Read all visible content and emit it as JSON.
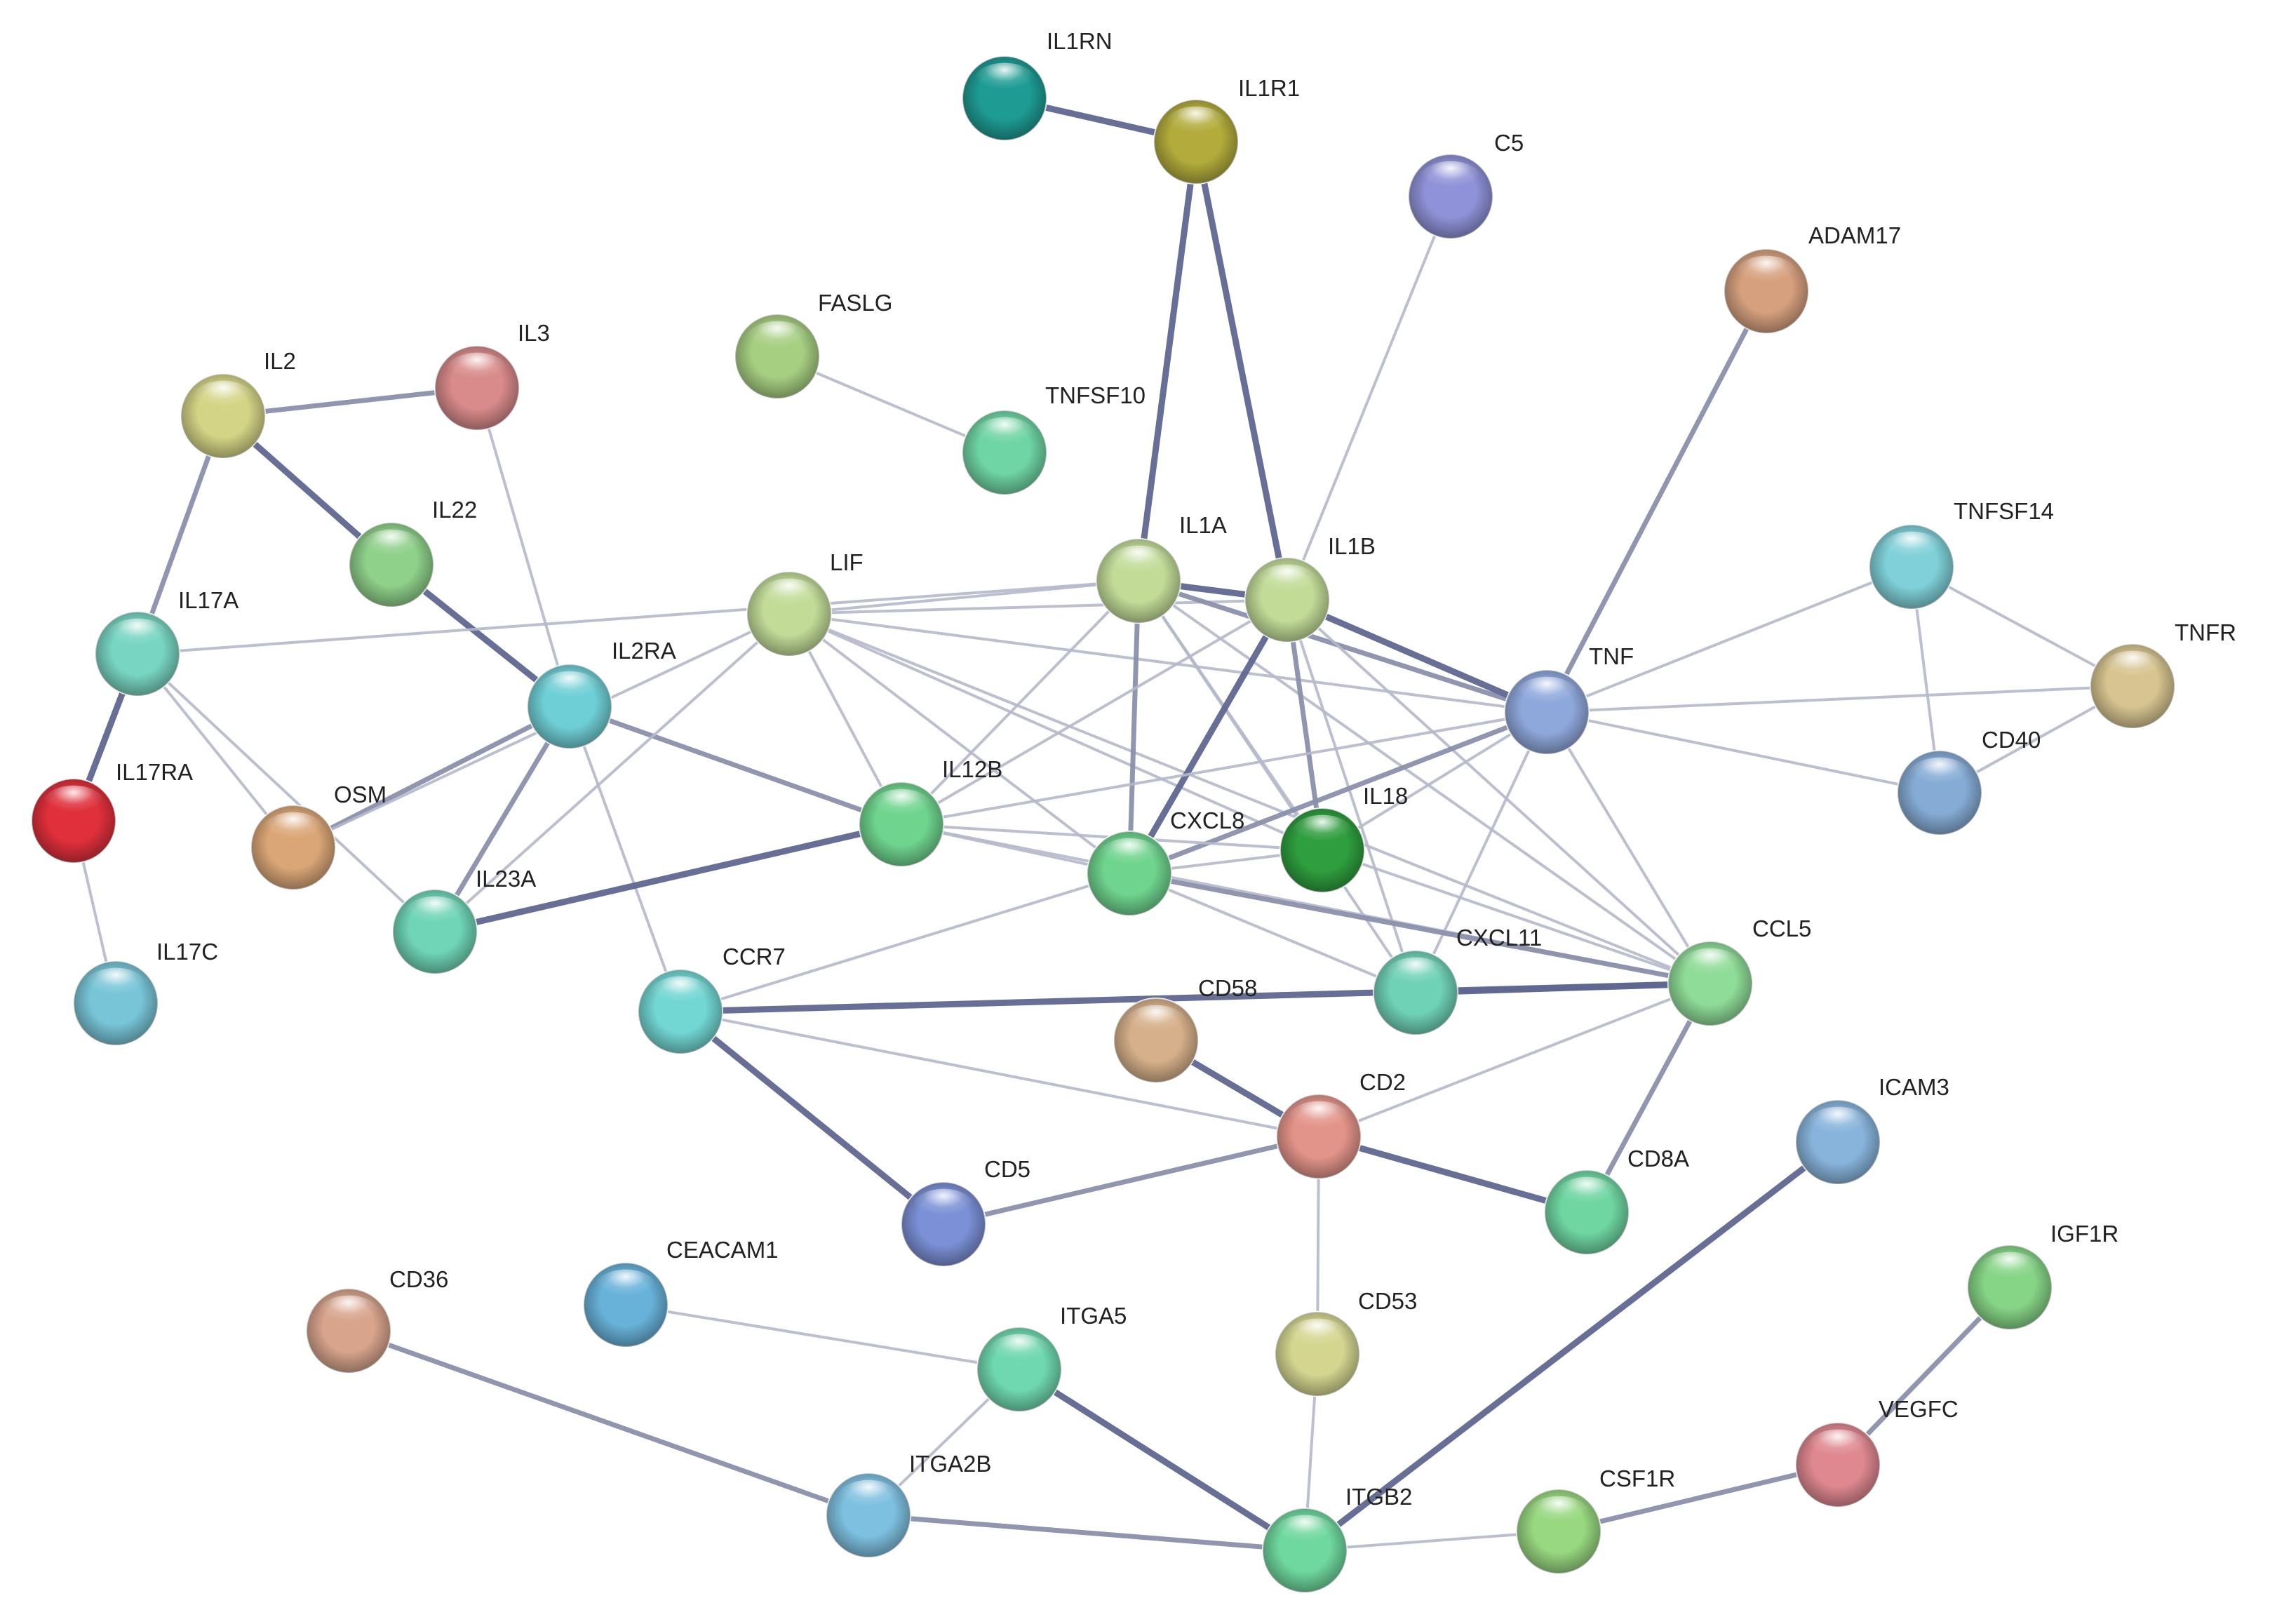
{
  "network": {
    "nodes": [
      {
        "id": "IL1RN",
        "label": "IL1RN",
        "color": "#1e9c94"
      },
      {
        "id": "IL1R1",
        "label": "IL1R1",
        "color": "#b3ac3c"
      },
      {
        "id": "C5",
        "label": "C5",
        "color": "#8f92d8"
      },
      {
        "id": "ADAM17",
        "label": "ADAM17",
        "color": "#d6a07e"
      },
      {
        "id": "FASLG",
        "label": "FASLG",
        "color": "#a7cf82"
      },
      {
        "id": "TNFSF10",
        "label": "TNFSF10",
        "color": "#6fd5a4"
      },
      {
        "id": "IL2",
        "label": "IL2",
        "color": "#d4d486"
      },
      {
        "id": "IL3",
        "label": "IL3",
        "color": "#d98a8a"
      },
      {
        "id": "IL22",
        "label": "IL22",
        "color": "#8fd08a"
      },
      {
        "id": "IL17A",
        "label": "IL17A",
        "color": "#78d5c2"
      },
      {
        "id": "IL2RA",
        "label": "IL2RA",
        "color": "#6fcfd6"
      },
      {
        "id": "LIF",
        "label": "LIF",
        "color": "#c2dc98"
      },
      {
        "id": "IL1A",
        "label": "IL1A",
        "color": "#c2dc98"
      },
      {
        "id": "IL1B",
        "label": "IL1B",
        "color": "#c2dc98"
      },
      {
        "id": "TNFSF14",
        "label": "TNFSF14",
        "color": "#7fd0d8"
      },
      {
        "id": "TNFR",
        "label": "TNFR",
        "color": "#d7c490"
      },
      {
        "id": "TNF",
        "label": "TNF",
        "color": "#8fa8dc"
      },
      {
        "id": "CD40",
        "label": "CD40",
        "color": "#86acd6"
      },
      {
        "id": "IL17RA",
        "label": "IL17RA",
        "color": "#e0303c"
      },
      {
        "id": "OSM",
        "label": "OSM",
        "color": "#dba677"
      },
      {
        "id": "IL12B",
        "label": "IL12B",
        "color": "#6fd48e"
      },
      {
        "id": "IL18",
        "label": "IL18",
        "color": "#2e9e3e"
      },
      {
        "id": "CXCL8",
        "label": "CXCL8",
        "color": "#6fd48e"
      },
      {
        "id": "IL23A",
        "label": "IL23A",
        "color": "#6fd5b6"
      },
      {
        "id": "IL17C",
        "label": "IL17C",
        "color": "#78c5d8"
      },
      {
        "id": "CCR7",
        "label": "CCR7",
        "color": "#72d6d3"
      },
      {
        "id": "CXCL11",
        "label": "CXCL11",
        "color": "#6fd2b6"
      },
      {
        "id": "CCL5",
        "label": "CCL5",
        "color": "#8fdc98"
      },
      {
        "id": "CD58",
        "label": "CD58",
        "color": "#d6b08a"
      },
      {
        "id": "CD2",
        "label": "CD2",
        "color": "#e3948a"
      },
      {
        "id": "CD5",
        "label": "CD5",
        "color": "#7b90d6"
      },
      {
        "id": "CD8A",
        "label": "CD8A",
        "color": "#6fd6a2"
      },
      {
        "id": "ICAM3",
        "label": "ICAM3",
        "color": "#88b4dc"
      },
      {
        "id": "IGF1R",
        "label": "IGF1R",
        "color": "#86d486"
      },
      {
        "id": "CD36",
        "label": "CD36",
        "color": "#d8a48c"
      },
      {
        "id": "CEACAM1",
        "label": "CEACAM1",
        "color": "#68b2da"
      },
      {
        "id": "ITGA5",
        "label": "ITGA5",
        "color": "#6fd8b0"
      },
      {
        "id": "CD53",
        "label": "CD53",
        "color": "#d4d690"
      },
      {
        "id": "VEGFC",
        "label": "VEGFC",
        "color": "#e08890"
      },
      {
        "id": "ITGA2B",
        "label": "ITGA2B",
        "color": "#7ec0e0"
      },
      {
        "id": "CSF1R",
        "label": "CSF1R",
        "color": "#98d880"
      },
      {
        "id": "ITGB2",
        "label": "ITGB2",
        "color": "#6fd89e"
      }
    ],
    "edges": [
      {
        "source": "IL1RN",
        "target": "IL1R1",
        "strength": "high"
      },
      {
        "source": "IL1R1",
        "target": "IL1A",
        "strength": "high"
      },
      {
        "source": "IL1R1",
        "target": "IL1B",
        "strength": "high"
      },
      {
        "source": "C5",
        "target": "IL1B",
        "strength": "low"
      },
      {
        "source": "ADAM17",
        "target": "TNF",
        "strength": "medium"
      },
      {
        "source": "FASLG",
        "target": "TNFSF10",
        "strength": "low"
      },
      {
        "source": "IL2",
        "target": "IL3",
        "strength": "medium"
      },
      {
        "source": "IL2",
        "target": "IL22",
        "strength": "high"
      },
      {
        "source": "IL22",
        "target": "IL2RA",
        "strength": "high"
      },
      {
        "source": "IL2",
        "target": "IL17A",
        "strength": "medium"
      },
      {
        "source": "IL3",
        "target": "IL2RA",
        "strength": "low"
      },
      {
        "source": "IL17A",
        "target": "IL17RA",
        "strength": "high"
      },
      {
        "source": "IL17RA",
        "target": "IL17C",
        "strength": "low"
      },
      {
        "source": "IL17A",
        "target": "OSM",
        "strength": "low"
      },
      {
        "source": "IL17A",
        "target": "IL23A",
        "strength": "low"
      },
      {
        "source": "IL17A",
        "target": "IL1A",
        "strength": "low"
      },
      {
        "source": "OSM",
        "target": "IL2RA",
        "strength": "medium"
      },
      {
        "source": "OSM",
        "target": "LIF",
        "strength": "low"
      },
      {
        "source": "IL2RA",
        "target": "IL23A",
        "strength": "medium"
      },
      {
        "source": "IL2RA",
        "target": "IL12B",
        "strength": "medium"
      },
      {
        "source": "IL2RA",
        "target": "CCR7",
        "strength": "low"
      },
      {
        "source": "IL23A",
        "target": "IL12B",
        "strength": "high"
      },
      {
        "source": "IL23A",
        "target": "LIF",
        "strength": "low"
      },
      {
        "source": "LIF",
        "target": "IL1A",
        "strength": "low"
      },
      {
        "source": "LIF",
        "target": "IL1B",
        "strength": "low"
      },
      {
        "source": "LIF",
        "target": "TNF",
        "strength": "low"
      },
      {
        "source": "LIF",
        "target": "IL12B",
        "strength": "low"
      },
      {
        "source": "LIF",
        "target": "CXCL8",
        "strength": "low"
      },
      {
        "source": "LIF",
        "target": "IL18",
        "strength": "low"
      },
      {
        "source": "LIF",
        "target": "CCL5",
        "strength": "low"
      },
      {
        "source": "IL1A",
        "target": "IL1B",
        "strength": "high"
      },
      {
        "source": "IL1A",
        "target": "TNF",
        "strength": "medium"
      },
      {
        "source": "IL1A",
        "target": "CXCL8",
        "strength": "medium"
      },
      {
        "source": "IL1A",
        "target": "IL12B",
        "strength": "low"
      },
      {
        "source": "IL1A",
        "target": "IL18",
        "strength": "low"
      },
      {
        "source": "IL1A",
        "target": "CCL5",
        "strength": "low"
      },
      {
        "source": "IL1A",
        "target": "CXCL11",
        "strength": "low"
      },
      {
        "source": "IL1B",
        "target": "TNF",
        "strength": "high"
      },
      {
        "source": "IL1B",
        "target": "CXCL8",
        "strength": "high"
      },
      {
        "source": "IL1B",
        "target": "IL18",
        "strength": "medium"
      },
      {
        "source": "IL1B",
        "target": "IL12B",
        "strength": "low"
      },
      {
        "source": "IL1B",
        "target": "CCL5",
        "strength": "low"
      },
      {
        "source": "IL1B",
        "target": "CXCL11",
        "strength": "low"
      },
      {
        "source": "TNF",
        "target": "TNFSF14",
        "strength": "low"
      },
      {
        "source": "TNF",
        "target": "TNFR",
        "strength": "low"
      },
      {
        "source": "TNF",
        "target": "CD40",
        "strength": "low"
      },
      {
        "source": "TNF",
        "target": "CXCL8",
        "strength": "medium"
      },
      {
        "source": "TNF",
        "target": "IL12B",
        "strength": "low"
      },
      {
        "source": "TNF",
        "target": "IL18",
        "strength": "low"
      },
      {
        "source": "TNF",
        "target": "CCL5",
        "strength": "low"
      },
      {
        "source": "TNF",
        "target": "CXCL11",
        "strength": "low"
      },
      {
        "source": "TNFSF14",
        "target": "TNFR",
        "strength": "low"
      },
      {
        "source": "TNFSF14",
        "target": "CD40",
        "strength": "low"
      },
      {
        "source": "TNFR",
        "target": "CD40",
        "strength": "low"
      },
      {
        "source": "IL12B",
        "target": "CXCL8",
        "strength": "low"
      },
      {
        "source": "IL12B",
        "target": "IL18",
        "strength": "low"
      },
      {
        "source": "IL12B",
        "target": "CCL5",
        "strength": "low"
      },
      {
        "source": "CXCL8",
        "target": "IL18",
        "strength": "low"
      },
      {
        "source": "CXCL8",
        "target": "CCL5",
        "strength": "medium"
      },
      {
        "source": "CXCL8",
        "target": "CXCL11",
        "strength": "low"
      },
      {
        "source": "CXCL8",
        "target": "CCR7",
        "strength": "low"
      },
      {
        "source": "IL18",
        "target": "CCL5",
        "strength": "low"
      },
      {
        "source": "CXCL11",
        "target": "CCL5",
        "strength": "high"
      },
      {
        "source": "CCR7",
        "target": "CCL5",
        "strength": "high"
      },
      {
        "source": "CCR7",
        "target": "CD2",
        "strength": "low"
      },
      {
        "source": "CCR7",
        "target": "CD5",
        "strength": "high"
      },
      {
        "source": "CD58",
        "target": "CD2",
        "strength": "high"
      },
      {
        "source": "CD2",
        "target": "CD5",
        "strength": "medium"
      },
      {
        "source": "CD2",
        "target": "CD8A",
        "strength": "high"
      },
      {
        "source": "CD2",
        "target": "CCL5",
        "strength": "low"
      },
      {
        "source": "CD2",
        "target": "CD53",
        "strength": "low"
      },
      {
        "source": "CD8A",
        "target": "CCL5",
        "strength": "medium"
      },
      {
        "source": "ICAM3",
        "target": "ITGB2",
        "strength": "high"
      },
      {
        "source": "IGF1R",
        "target": "VEGFC",
        "strength": "medium"
      },
      {
        "source": "VEGFC",
        "target": "CSF1R",
        "strength": "medium"
      },
      {
        "source": "CSF1R",
        "target": "ITGB2",
        "strength": "low"
      },
      {
        "source": "CD53",
        "target": "ITGB2",
        "strength": "low"
      },
      {
        "source": "ITGA5",
        "target": "ITGB2",
        "strength": "high"
      },
      {
        "source": "ITGA5",
        "target": "CEACAM1",
        "strength": "low"
      },
      {
        "source": "ITGA5",
        "target": "ITGA2B",
        "strength": "low"
      },
      {
        "source": "ITGA2B",
        "target": "ITGB2",
        "strength": "medium"
      },
      {
        "source": "CD36",
        "target": "ITGA2B",
        "strength": "medium"
      }
    ]
  }
}
